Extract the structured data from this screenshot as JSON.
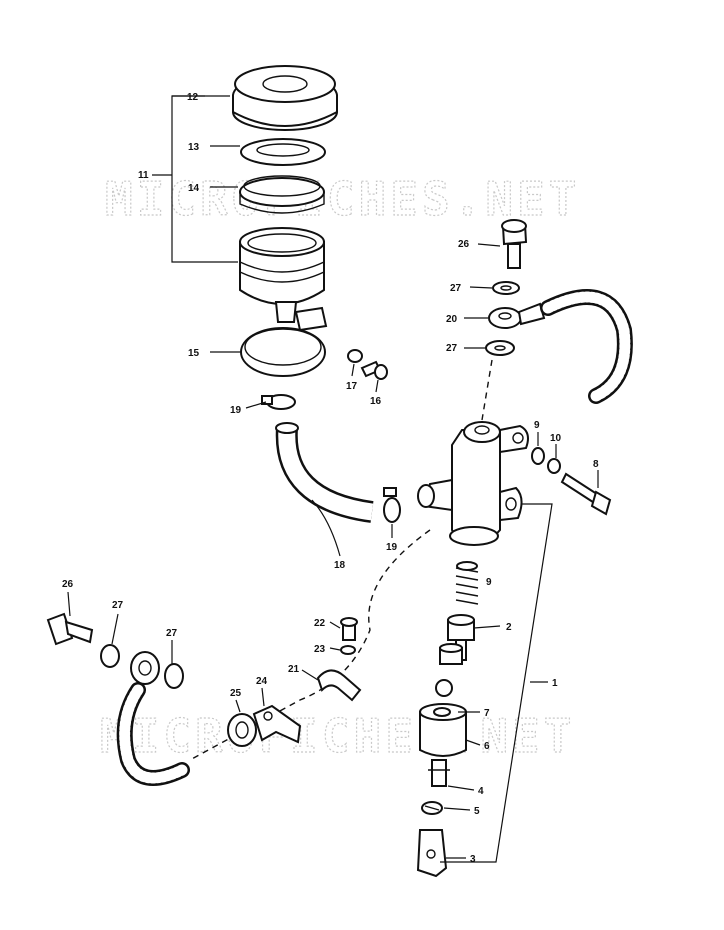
{
  "watermark": "MICROFICHES.NET",
  "callouts": {
    "c1": "1",
    "c2": "2",
    "c3": "3",
    "c4": "4",
    "c5": "5",
    "c6": "6",
    "c7": "7",
    "c8": "8",
    "c9": "9",
    "c10": "10",
    "c11": "11",
    "c12": "12",
    "c13": "13",
    "c14": "14",
    "c15": "15",
    "c16": "16",
    "c17": "17",
    "c18": "18",
    "c19a": "19",
    "c19b": "19",
    "c20": "20",
    "c21": "21",
    "c22": "22",
    "c23": "23",
    "c24": "24",
    "c25": "25",
    "c26a": "26",
    "c26b": "26",
    "c27a": "27",
    "c27b": "27",
    "c27c": "27",
    "c27d": "27"
  }
}
